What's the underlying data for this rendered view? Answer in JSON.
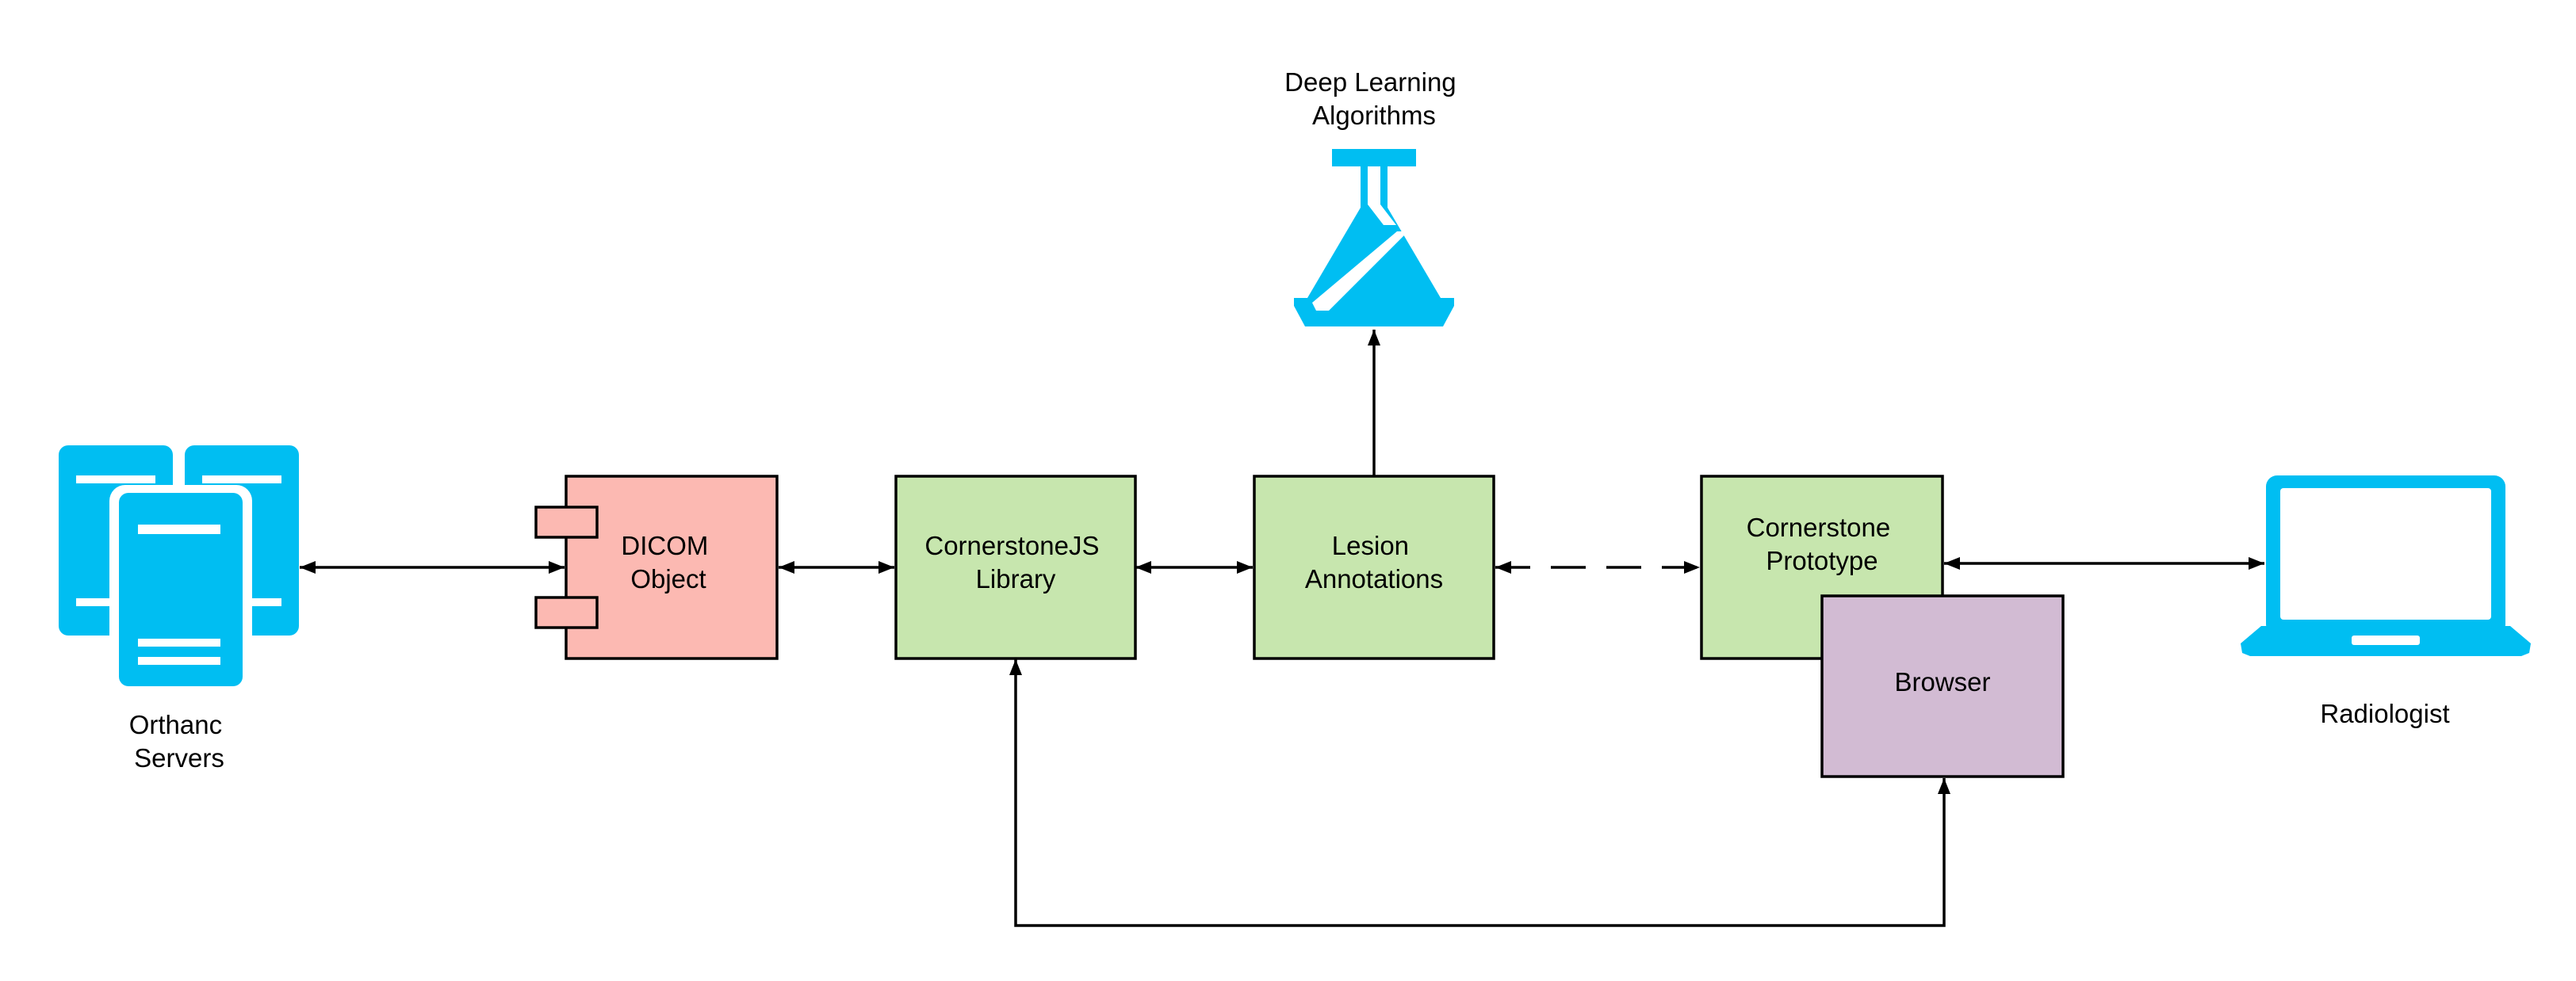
{
  "colors": {
    "icon": "#00BEF2",
    "dicom_fill": "#FCB9B2",
    "process_fill": "#C7E6AE",
    "browser_fill": "#D2BBD3",
    "line": "#000000"
  },
  "nodes": {
    "orthanc": {
      "icon": "server-rack-icon",
      "label_lines": [
        "Orthanc",
        "Servers"
      ]
    },
    "dicom": {
      "icon": "component-icon",
      "label_lines": [
        "DICOM",
        "Object"
      ]
    },
    "cornerstonejs": {
      "label_lines": [
        "CornerstoneJS",
        "Library"
      ]
    },
    "lesion": {
      "label_lines": [
        "Lesion",
        "Annotations"
      ]
    },
    "deep_learning": {
      "icon": "flask-icon",
      "label_lines": [
        "Deep Learning",
        "Algorithms"
      ]
    },
    "prototype": {
      "label_lines": [
        "Cornerstone",
        "Prototype"
      ]
    },
    "browser": {
      "label_lines": [
        "Browser"
      ]
    },
    "radiologist": {
      "icon": "laptop-icon",
      "label_lines": [
        "Radiologist"
      ]
    }
  },
  "edges": [
    {
      "from": "orthanc",
      "to": "dicom",
      "style": "solid",
      "direction": "both"
    },
    {
      "from": "dicom",
      "to": "cornerstonejs",
      "style": "solid",
      "direction": "both"
    },
    {
      "from": "cornerstonejs",
      "to": "lesion",
      "style": "solid",
      "direction": "both"
    },
    {
      "from": "lesion",
      "to": "deep_learning",
      "style": "solid",
      "direction": "forward"
    },
    {
      "from": "lesion",
      "to": "prototype",
      "style": "dashed",
      "direction": "both"
    },
    {
      "from": "prototype",
      "to": "radiologist",
      "style": "solid",
      "direction": "both"
    },
    {
      "from": "cornerstonejs",
      "to": "browser",
      "style": "solid",
      "direction": "both"
    }
  ]
}
